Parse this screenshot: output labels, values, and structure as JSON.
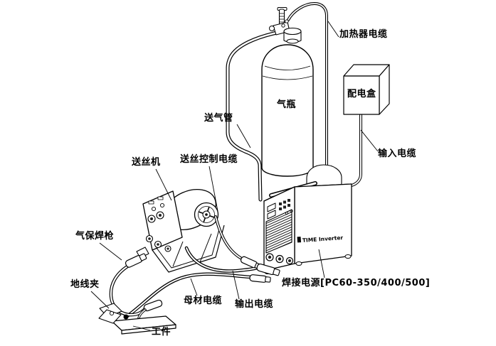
{
  "diagram": {
    "type": "welding-equipment-setup",
    "background_color": "#ffffff",
    "line_color": "#000000",
    "labels": {
      "heater_cable": "加热器电缆",
      "distribution_box": "配电盒",
      "gas_cylinder": "气瓶",
      "gas_tube": "送气管",
      "input_cable": "输入电缆",
      "wire_feeder": "送丝机",
      "wire_feed_control_cable": "送丝控制电缆",
      "welding_gun": "气保焊枪",
      "ground_clamp": "地线夹",
      "base_metal_cable": "母材电缆",
      "output_cable": "输出电缆",
      "welding_power_source": "焊接电源[PC60-350/400/500]",
      "workpiece": "工件",
      "power_source_brand": "TIME Inverter"
    }
  }
}
